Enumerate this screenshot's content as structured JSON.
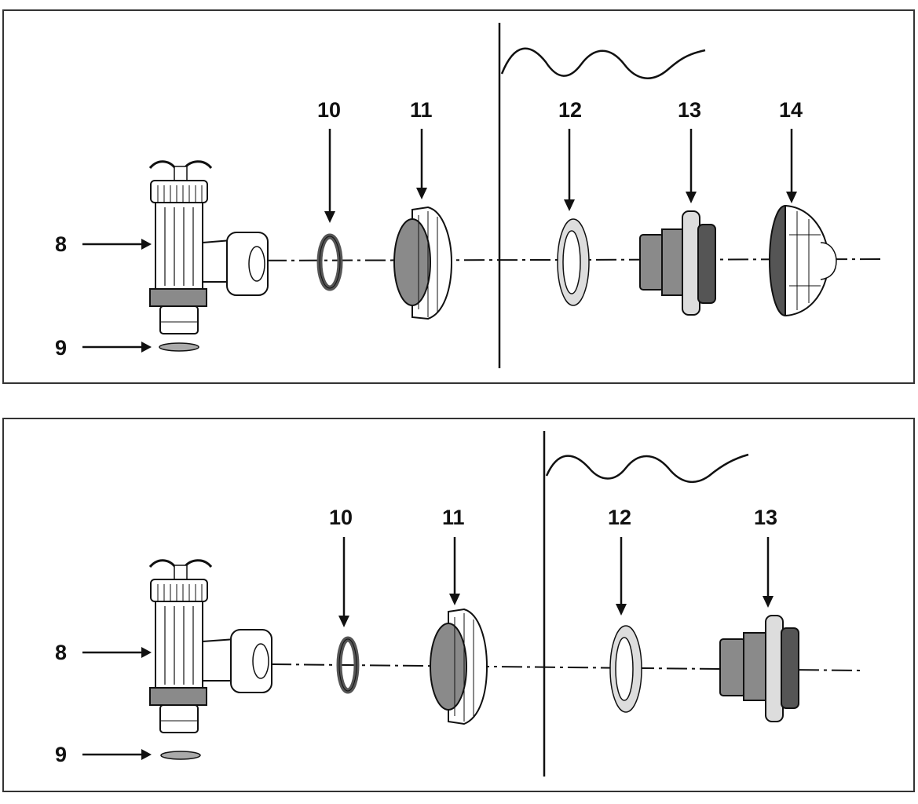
{
  "diagram": {
    "type": "exploded-assembly",
    "panels": [
      {
        "id": "panel-1",
        "parts": [
          {
            "label": "8",
            "name": "drain-valve"
          },
          {
            "label": "9",
            "name": "o-ring-small"
          },
          {
            "label": "10",
            "name": "o-ring"
          },
          {
            "label": "11",
            "name": "lock-nut"
          },
          {
            "label": "12",
            "name": "flat-washer"
          },
          {
            "label": "13",
            "name": "strainer-connector"
          },
          {
            "label": "14",
            "name": "strainer-grid"
          }
        ]
      },
      {
        "id": "panel-2",
        "parts": [
          {
            "label": "8",
            "name": "drain-valve"
          },
          {
            "label": "9",
            "name": "o-ring-small"
          },
          {
            "label": "10",
            "name": "o-ring"
          },
          {
            "label": "11",
            "name": "lock-nut"
          },
          {
            "label": "12",
            "name": "flat-washer"
          },
          {
            "label": "13",
            "name": "strainer-connector"
          }
        ]
      }
    ],
    "colors": {
      "line": "#111111",
      "part_fill": "#ffffff",
      "part_shade": "#8a8a8a",
      "part_dark": "#555555"
    }
  }
}
